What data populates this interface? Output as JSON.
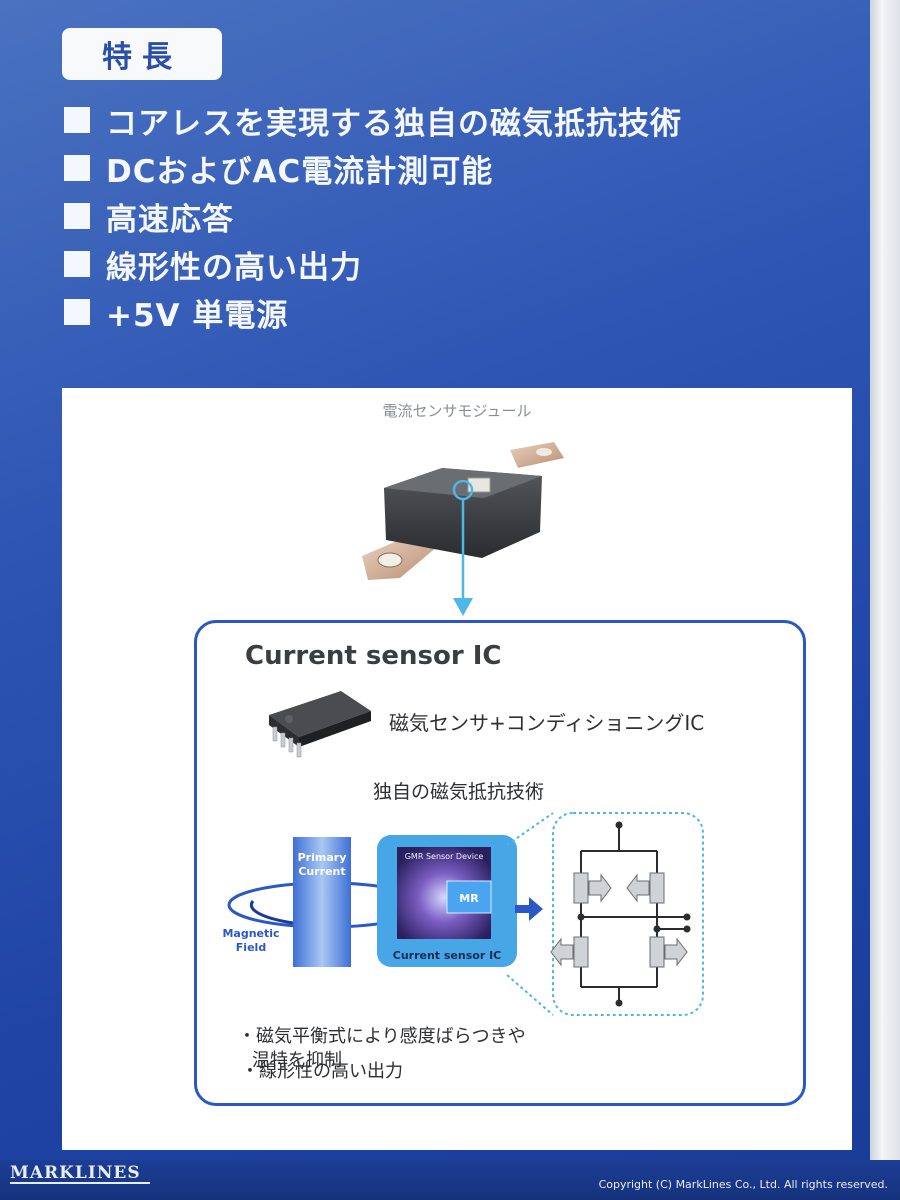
{
  "header": {
    "tag": "特長"
  },
  "features": [
    "コアレスを実現する独自の磁気抵抗技術",
    "DCおよびAC電流計測可能",
    "高速応答",
    "線形性の高い出力",
    "+5V 単電源"
  ],
  "module": {
    "caption": "電流センサモジュール"
  },
  "ic_section": {
    "title": "Current sensor IC",
    "chip_description": "磁気センサ+コンディショニングIC",
    "tech_label": "独自の磁気抵抗技術",
    "diagram": {
      "primary_current": [
        "Primary",
        "Current"
      ],
      "magnetic_field": [
        "Magnetic",
        "Field"
      ],
      "gmr_label": "GMR Sensor Device",
      "mr_label": "MR",
      "ic_label": "Current sensor IC"
    },
    "notes": [
      "・線形性の高い出力",
      "・磁気平衡式により感度ばらつきや",
      "温特を抑制"
    ]
  },
  "footer": {
    "brand": "MARKLINES",
    "copyright": "Copyright (C) MarkLines Co., Ltd. All rights reserved."
  },
  "colors": {
    "poster_blue": "#2f56b4",
    "accent_blue": "#2b58c7",
    "arrow_cyan": "#4db8e8"
  }
}
